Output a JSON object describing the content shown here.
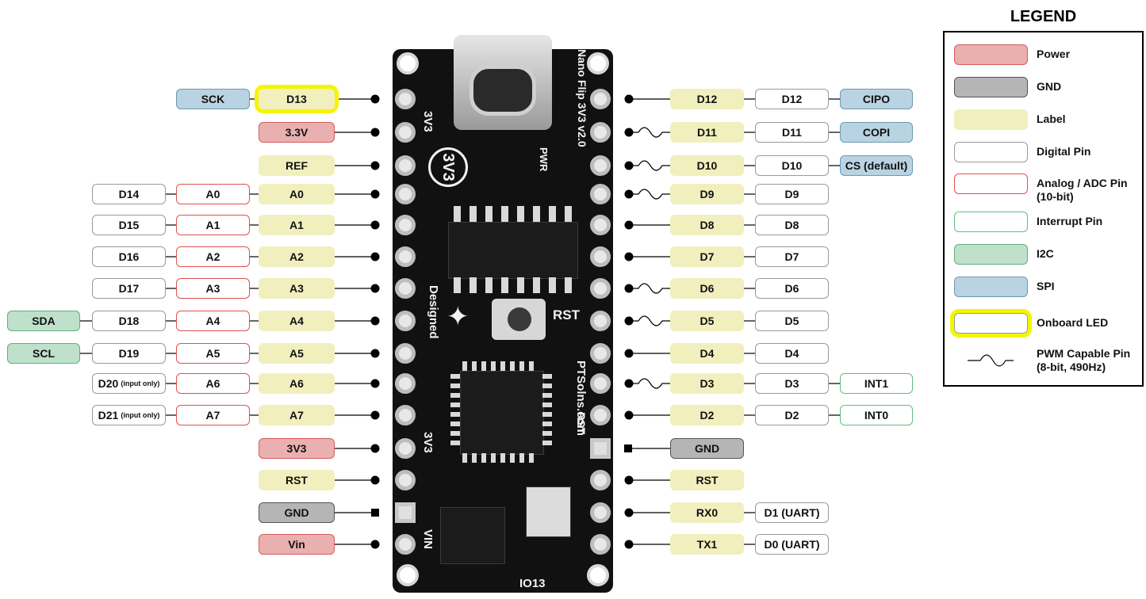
{
  "colors": {
    "power": "#eab0b0",
    "gnd": "#b5b5b5",
    "label": "#f1efbd",
    "digital": "#ffffff",
    "analog_border": "#e05050",
    "interrupt_border": "#5fbf7e",
    "i2c": "#bfe0cb",
    "spi": "#b9d3e2",
    "onboard_led": "#f5f500",
    "board": "#111111"
  },
  "board": {
    "title_silk": "Nano Flip 3V3 v2.0",
    "logo_3v3": "3V3",
    "pwr": "PWR",
    "rst": "RST",
    "designed": "Designed",
    "brand": "PTSolns.com",
    "left_3v3_top": "3V3",
    "left_3v3_bottom": "3V3",
    "vin": "VIN",
    "rst_bottom": "RST",
    "io13": "IO13"
  },
  "left_pins": [
    {
      "connector": "dot",
      "labels": [
        {
          "t": "D13",
          "c": "label led"
        },
        {
          "t": "SCK",
          "c": "spi"
        }
      ]
    },
    {
      "connector": "dot",
      "labels": [
        {
          "t": "3.3V",
          "c": "power"
        }
      ]
    },
    {
      "connector": "dot",
      "labels": [
        {
          "t": "REF",
          "c": "label"
        }
      ]
    },
    {
      "connector": "dot",
      "labels": [
        {
          "t": "A0",
          "c": "label"
        },
        {
          "t": "A0",
          "c": "analog"
        },
        {
          "t": "D14",
          "c": "digital"
        }
      ]
    },
    {
      "connector": "dot",
      "labels": [
        {
          "t": "A1",
          "c": "label"
        },
        {
          "t": "A1",
          "c": "analog"
        },
        {
          "t": "D15",
          "c": "digital"
        }
      ]
    },
    {
      "connector": "dot",
      "labels": [
        {
          "t": "A2",
          "c": "label"
        },
        {
          "t": "A2",
          "c": "analog"
        },
        {
          "t": "D16",
          "c": "digital"
        }
      ]
    },
    {
      "connector": "dot",
      "labels": [
        {
          "t": "A3",
          "c": "label"
        },
        {
          "t": "A3",
          "c": "analog"
        },
        {
          "t": "D17",
          "c": "digital"
        }
      ]
    },
    {
      "connector": "dot",
      "labels": [
        {
          "t": "A4",
          "c": "label"
        },
        {
          "t": "A4",
          "c": "analog"
        },
        {
          "t": "D18",
          "c": "digital"
        },
        {
          "t": "SDA",
          "c": "i2c"
        }
      ]
    },
    {
      "connector": "dot",
      "labels": [
        {
          "t": "A5",
          "c": "label"
        },
        {
          "t": "A5",
          "c": "analog"
        },
        {
          "t": "D19",
          "c": "digital"
        },
        {
          "t": "SCL",
          "c": "i2c"
        }
      ]
    },
    {
      "connector": "dot",
      "labels": [
        {
          "t": "A6",
          "c": "label"
        },
        {
          "t": "A6",
          "c": "analog"
        },
        {
          "t": "D20",
          "c": "digital",
          "small": "(input only)"
        }
      ]
    },
    {
      "connector": "dot",
      "labels": [
        {
          "t": "A7",
          "c": "label"
        },
        {
          "t": "A7",
          "c": "analog"
        },
        {
          "t": "D21",
          "c": "digital",
          "small": "(input only)"
        }
      ]
    },
    {
      "connector": "dot",
      "labels": [
        {
          "t": "3V3",
          "c": "power"
        }
      ]
    },
    {
      "connector": "dot",
      "labels": [
        {
          "t": "RST",
          "c": "label"
        }
      ]
    },
    {
      "connector": "square",
      "labels": [
        {
          "t": "GND",
          "c": "gnd"
        }
      ]
    },
    {
      "connector": "dot",
      "labels": [
        {
          "t": "Vin",
          "c": "power"
        }
      ]
    }
  ],
  "right_pins": [
    {
      "connector": "dot",
      "labels": [
        {
          "t": "D12",
          "c": "label"
        },
        {
          "t": "D12",
          "c": "digital"
        },
        {
          "t": "CIPO",
          "c": "spi"
        }
      ]
    },
    {
      "connector": "pwm",
      "labels": [
        {
          "t": "D11",
          "c": "label"
        },
        {
          "t": "D11",
          "c": "digital"
        },
        {
          "t": "COPI",
          "c": "spi"
        }
      ]
    },
    {
      "connector": "pwm",
      "labels": [
        {
          "t": "D10",
          "c": "label"
        },
        {
          "t": "D10",
          "c": "digital"
        },
        {
          "t": "CS (default)",
          "c": "spi"
        }
      ]
    },
    {
      "connector": "pwm",
      "labels": [
        {
          "t": "D9",
          "c": "label"
        },
        {
          "t": "D9",
          "c": "digital"
        }
      ]
    },
    {
      "connector": "dot",
      "labels": [
        {
          "t": "D8",
          "c": "label"
        },
        {
          "t": "D8",
          "c": "digital"
        }
      ]
    },
    {
      "connector": "dot",
      "labels": [
        {
          "t": "D7",
          "c": "label"
        },
        {
          "t": "D7",
          "c": "digital"
        }
      ]
    },
    {
      "connector": "pwm",
      "labels": [
        {
          "t": "D6",
          "c": "label"
        },
        {
          "t": "D6",
          "c": "digital"
        }
      ]
    },
    {
      "connector": "pwm",
      "labels": [
        {
          "t": "D5",
          "c": "label"
        },
        {
          "t": "D5",
          "c": "digital"
        }
      ]
    },
    {
      "connector": "dot",
      "labels": [
        {
          "t": "D4",
          "c": "label"
        },
        {
          "t": "D4",
          "c": "digital"
        }
      ]
    },
    {
      "connector": "pwm",
      "labels": [
        {
          "t": "D3",
          "c": "label"
        },
        {
          "t": "D3",
          "c": "digital"
        },
        {
          "t": "INT1",
          "c": "int"
        }
      ]
    },
    {
      "connector": "dot",
      "labels": [
        {
          "t": "D2",
          "c": "label"
        },
        {
          "t": "D2",
          "c": "digital"
        },
        {
          "t": "INT0",
          "c": "int"
        }
      ]
    },
    {
      "connector": "square",
      "labels": [
        {
          "t": "GND",
          "c": "gnd"
        }
      ]
    },
    {
      "connector": "dot",
      "labels": [
        {
          "t": "RST",
          "c": "label"
        }
      ]
    },
    {
      "connector": "dot",
      "labels": [
        {
          "t": "RX0",
          "c": "label"
        },
        {
          "t": "D1 (UART)",
          "c": "digital"
        }
      ]
    },
    {
      "connector": "dot",
      "labels": [
        {
          "t": "TX1",
          "c": "label"
        },
        {
          "t": "D0 (UART)",
          "c": "digital"
        }
      ]
    }
  ],
  "legend": {
    "title": "LEGEND",
    "items": [
      {
        "text": "Power",
        "c": "power"
      },
      {
        "text": "GND",
        "c": "gnd"
      },
      {
        "text": "Label",
        "c": "label"
      },
      {
        "text": "Digital Pin",
        "c": "digital"
      },
      {
        "text": "Analog / ADC Pin",
        "text2": "(10-bit)",
        "c": "analog"
      },
      {
        "text": "Interrupt Pin",
        "c": "int"
      },
      {
        "text": "I2C",
        "c": "i2c"
      },
      {
        "text": "SPI",
        "c": "spi"
      },
      {
        "text": "Onboard LED",
        "c": "digital led"
      },
      {
        "text": "PWM Capable Pin",
        "text2": "(8-bit, 490Hz)",
        "c": "pwm"
      }
    ]
  }
}
